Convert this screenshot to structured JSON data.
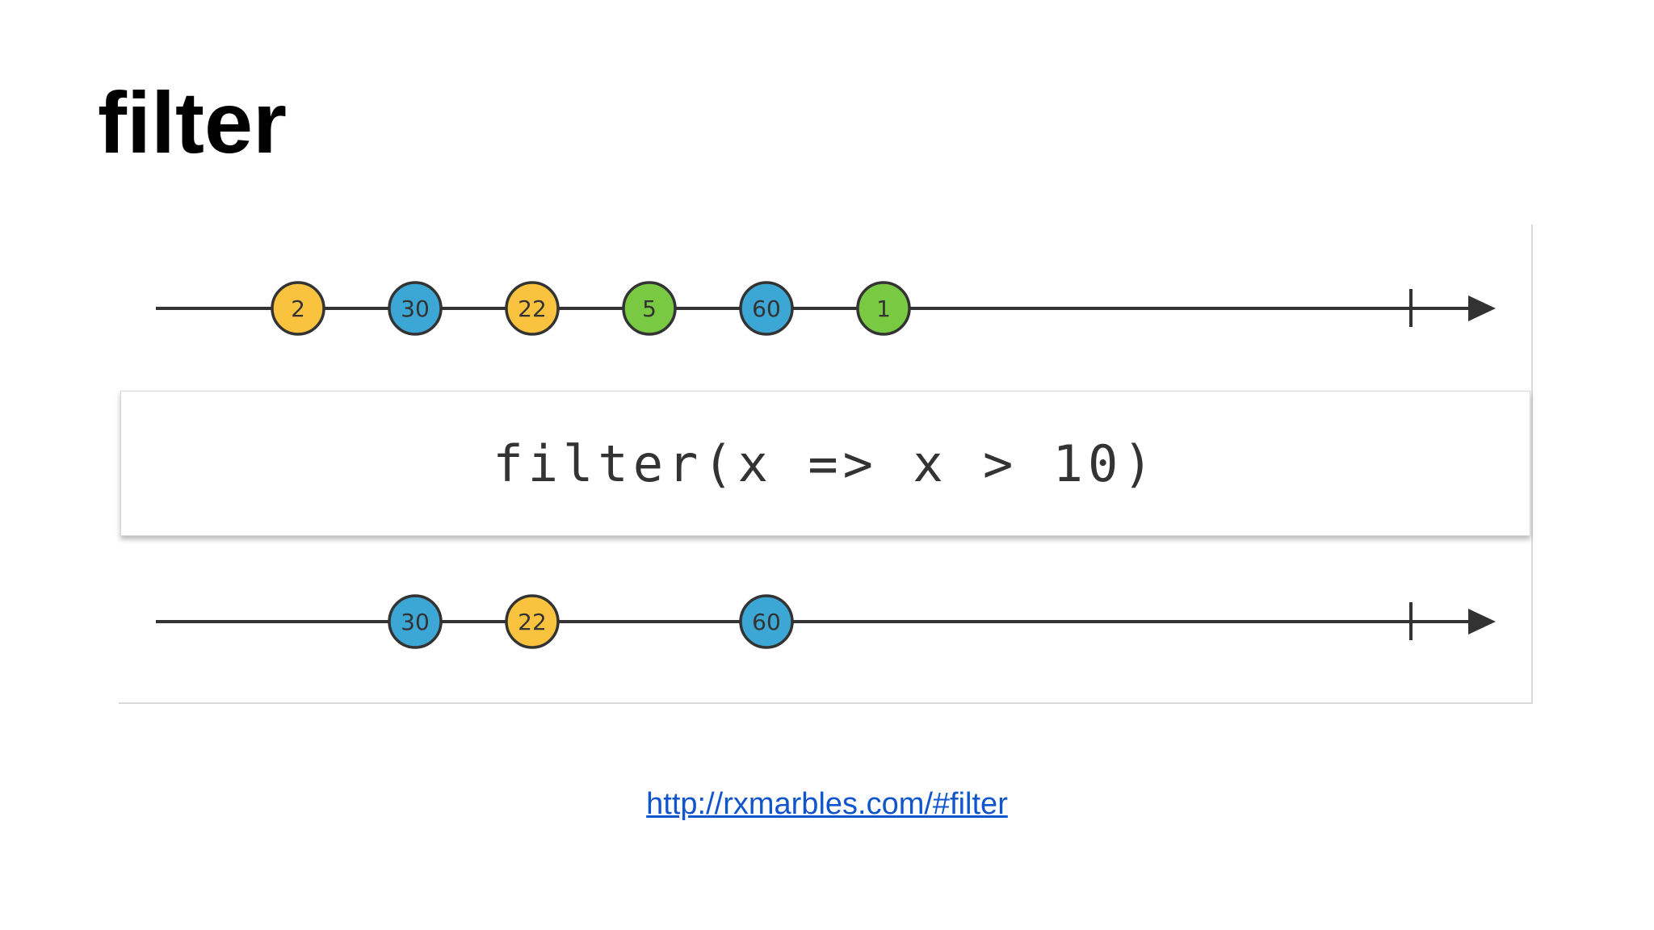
{
  "slide": {
    "title": "filter",
    "operator_label": "filter(x => x > 10)",
    "link_text": "http://rxmarbles.com/#filter"
  },
  "colors": {
    "yellow_marble": "#f9c33f",
    "blue_marble": "#3ca6d5",
    "green_marble": "#7ac943",
    "timeline": "#333333",
    "link": "#1155cc"
  },
  "streams": {
    "input": {
      "marbles": [
        {
          "value": "2",
          "color": "yellow"
        },
        {
          "value": "30",
          "color": "blue"
        },
        {
          "value": "22",
          "color": "yellow"
        },
        {
          "value": "5",
          "color": "green"
        },
        {
          "value": "60",
          "color": "blue"
        },
        {
          "value": "1",
          "color": "green"
        }
      ]
    },
    "output": {
      "marbles": [
        {
          "value": "30",
          "color": "blue"
        },
        {
          "value": "22",
          "color": "yellow"
        },
        {
          "value": "60",
          "color": "blue"
        }
      ]
    }
  }
}
